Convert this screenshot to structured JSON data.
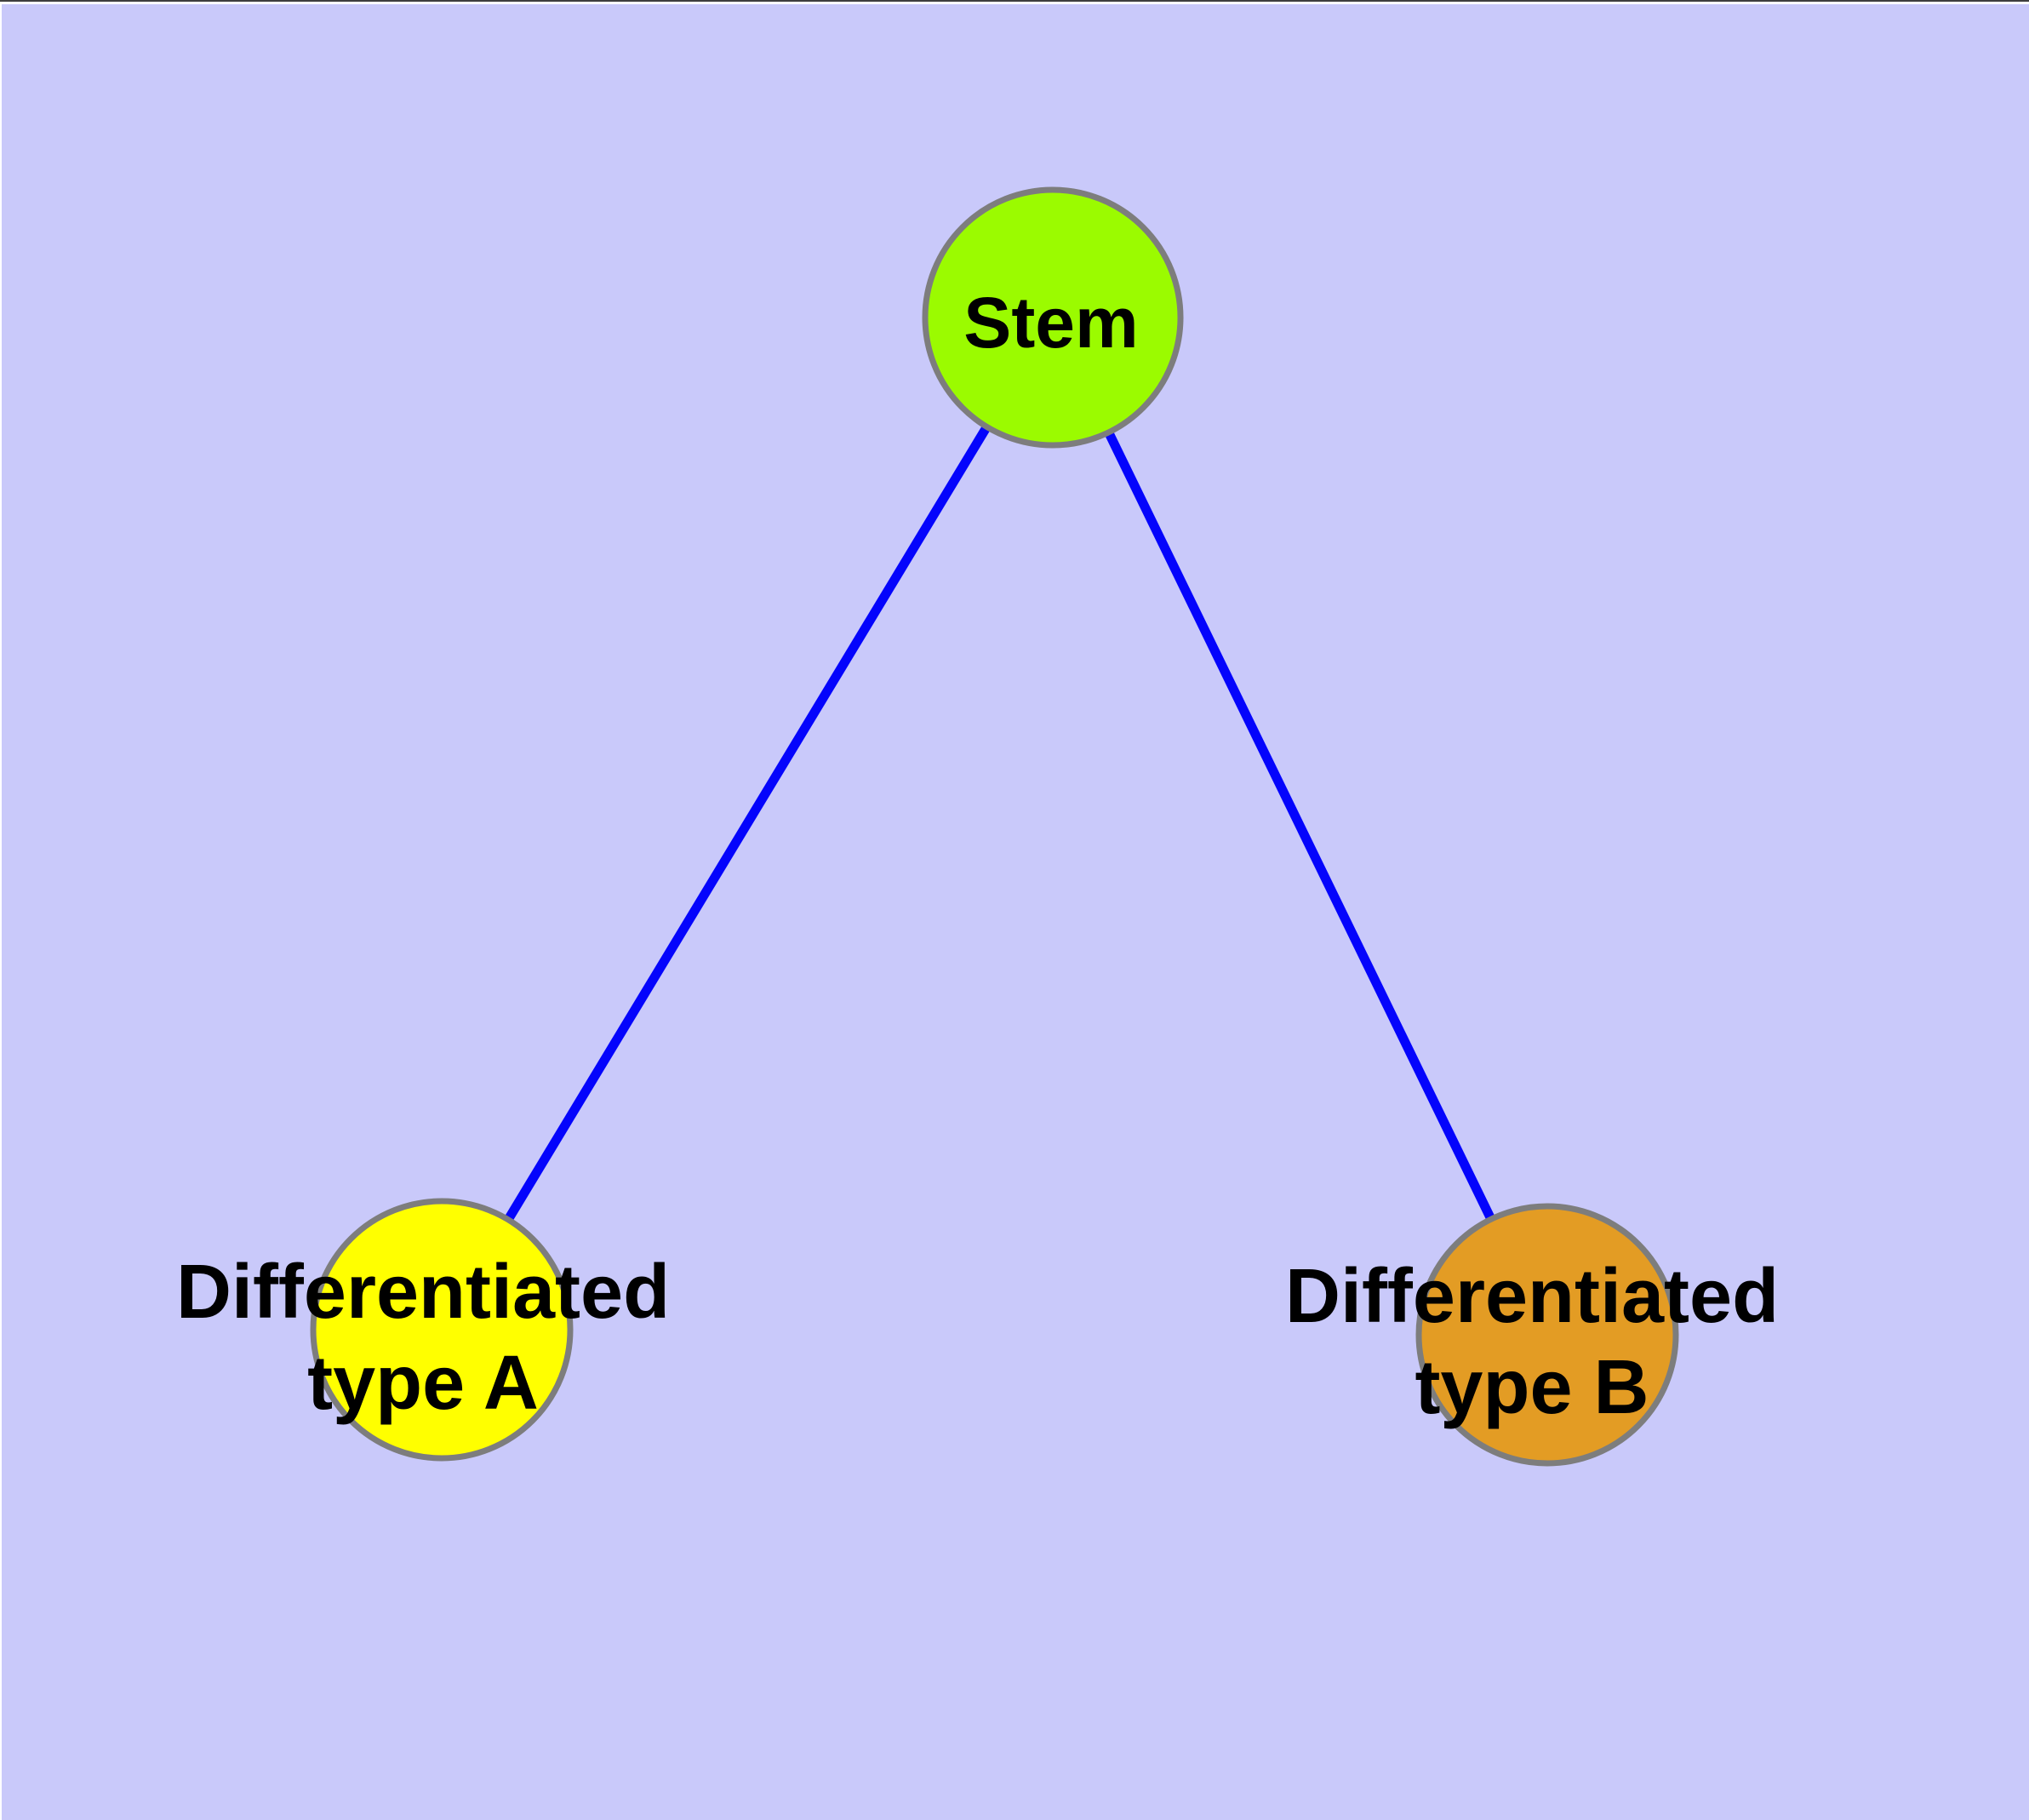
{
  "diagram": {
    "background_color": "#c9c9fa",
    "frame": {
      "top_line_color": "#3e3e3e",
      "top_gap_color": "#ffffff"
    },
    "edge_color": "#0404fc",
    "node_border_color": "#7d7d7d",
    "label_color": "#000000",
    "nodes": [
      {
        "id": "stem",
        "label_lines": [
          "Stem"
        ],
        "fill": "#9bfb00"
      },
      {
        "id": "differentiated-type-a",
        "label_lines": [
          "Differentiated",
          "type A"
        ],
        "fill": "#ffff00"
      },
      {
        "id": "differentiated-type-b",
        "label_lines": [
          "Differentiated",
          "type B"
        ],
        "fill": "#e39c24"
      }
    ],
    "edges": [
      {
        "from": "Stem",
        "to": "Differentiated type A"
      },
      {
        "from": "Stem",
        "to": "Differentiated type B"
      }
    ]
  }
}
